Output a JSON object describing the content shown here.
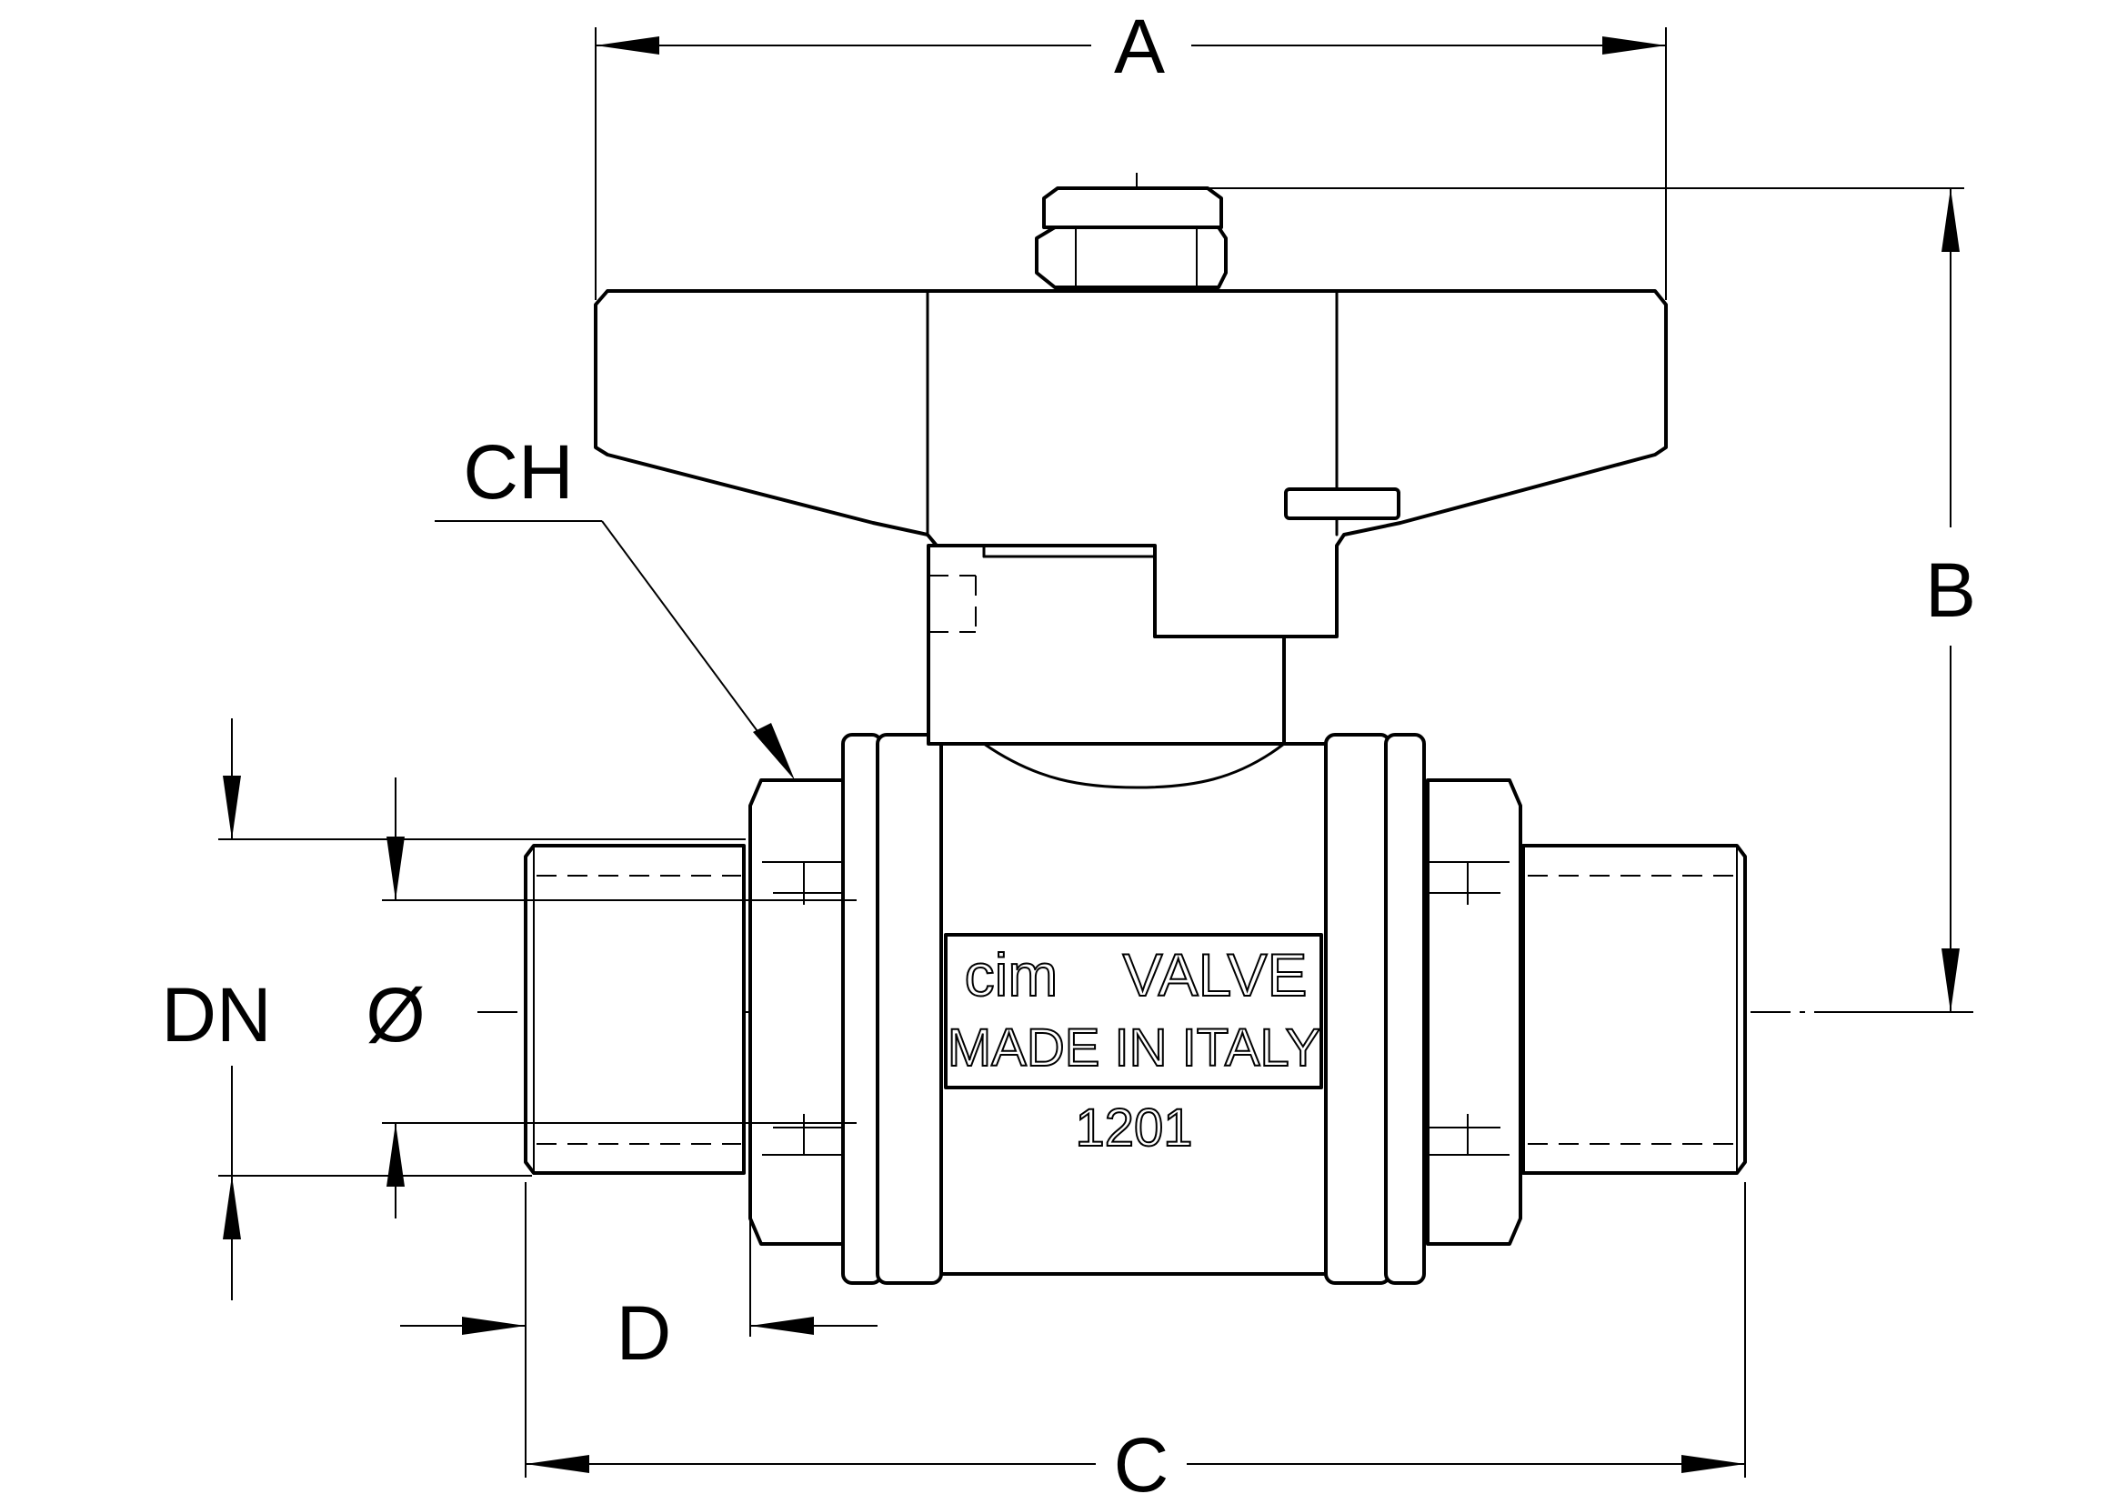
{
  "dimensions": {
    "A": "A",
    "B": "B",
    "C": "C",
    "D": "D",
    "CH": "CH",
    "DN": "DN",
    "diameter": "Ø"
  },
  "body_marking": {
    "brand_prefix": "cim",
    "brand_suffix": "VALVE",
    "origin": "MADE IN ITALY",
    "model": "1201"
  }
}
